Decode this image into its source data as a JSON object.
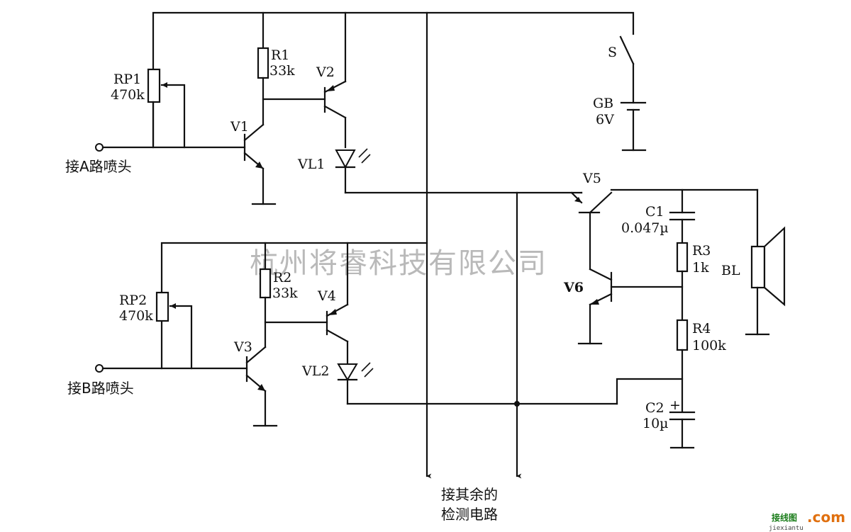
{
  "components": {
    "rp1": {
      "name": "RP1",
      "value": "470k"
    },
    "r1": {
      "name": "R1",
      "value": "33k"
    },
    "v1": "V1",
    "v2": "V2",
    "vl1": "VL1",
    "rp2": {
      "name": "RP2",
      "value": "470k"
    },
    "r2": {
      "name": "R2",
      "value": "33k"
    },
    "v3": "V3",
    "v4": "V4",
    "vl2": "VL2",
    "s": "S",
    "gb": {
      "name": "GB",
      "value": "6V"
    },
    "v5": "V5",
    "v6": "V6",
    "c1": {
      "name": "C1",
      "value": "0.047µ"
    },
    "r3": {
      "name": "R3",
      "value": "1k"
    },
    "r4": {
      "name": "R4",
      "value": "100k"
    },
    "c2": {
      "name": "C2",
      "value": "10µ",
      "polarity": "+"
    },
    "bl": "BL"
  },
  "terminals": {
    "input_a": "接A路喷头",
    "input_b": "接B路喷头",
    "other_line1": "接其余的",
    "other_line2": "检测电路"
  },
  "watermark": "杭州将睿科技有限公司",
  "logo": {
    "cn": "接线图",
    "com": ".com",
    "sub": "jiexiantu"
  }
}
